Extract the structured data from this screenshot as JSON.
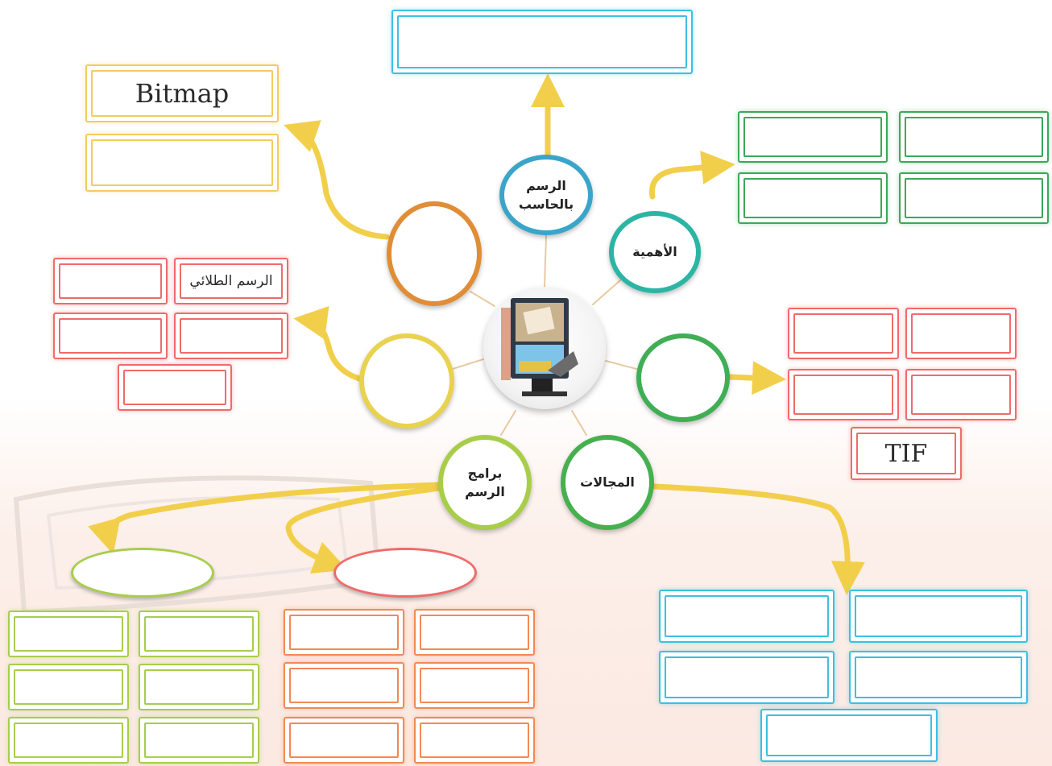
{
  "center": {
    "icon": "computer-monitor-icon"
  },
  "nodes": {
    "computer_drawing": "الرسم\nبالحاسب",
    "importance": "الأهمية",
    "fields": "المجالات",
    "drawing_programs": "برامج\nالرسم",
    "blank_top_left": "",
    "blank_left": "",
    "blank_right": ""
  },
  "boxes": {
    "top_blue": "",
    "yellow_1": "Bitmap",
    "yellow_2": "",
    "green_1": "",
    "green_2": "",
    "green_3": "",
    "green_4": "",
    "red_left_1": "",
    "red_left_2": "الرسم الطلائي",
    "red_left_3": "",
    "red_left_4": "",
    "red_left_5": "",
    "red_right_1": "",
    "red_right_2": "",
    "red_right_3": "",
    "red_right_4": "",
    "red_right_5": "TIF",
    "lime_1": "",
    "lime_2": "",
    "lime_3": "",
    "lime_4": "",
    "lime_5": "",
    "lime_6": "",
    "orange_1": "",
    "orange_2": "",
    "orange_3": "",
    "orange_4": "",
    "orange_5": "",
    "orange_6": "",
    "blue_br_1": "",
    "blue_br_2": "",
    "blue_br_3": "",
    "blue_br_4": "",
    "blue_br_5": ""
  },
  "ovals": {
    "lime_oval": "",
    "red_oval": ""
  },
  "colors": {
    "arrow": "#f2cf4a",
    "blue": "#3cc0e2",
    "yellow": "#f3cb63",
    "green": "#3aa957",
    "red": "#ef6b6b",
    "lime": "#a7cd4e",
    "orange": "#f08a55"
  }
}
